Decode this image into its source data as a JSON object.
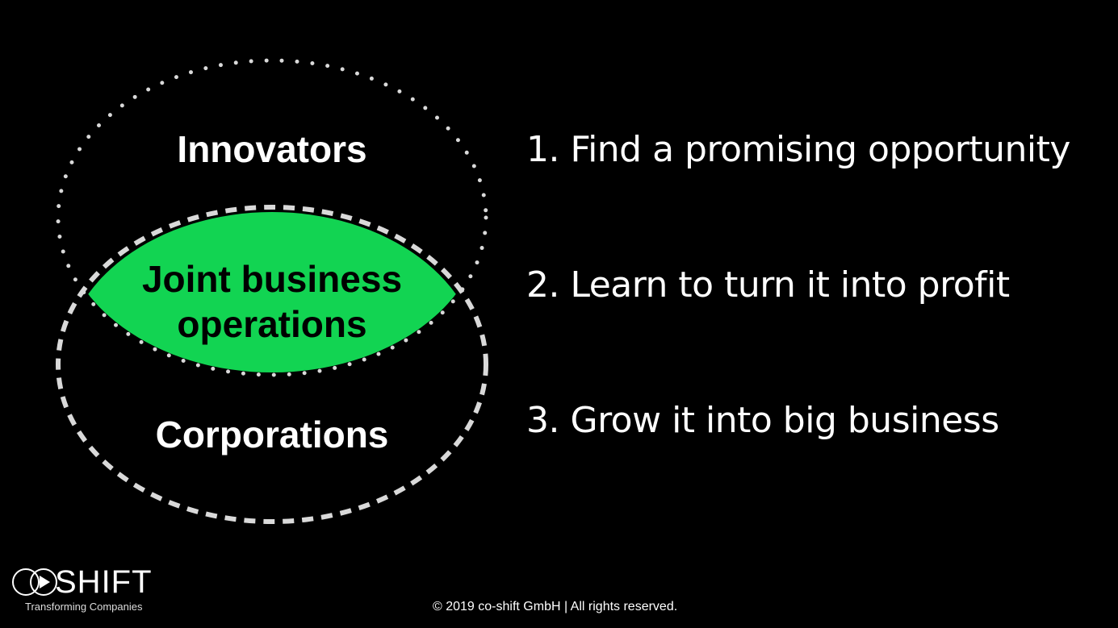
{
  "diagram": {
    "top_circle_label": "Innovators",
    "bottom_circle_label": "Corporations",
    "overlap_label_line1": "Joint business",
    "overlap_label_line2": "operations",
    "overlap_color": "#12d452"
  },
  "steps": [
    "1. Find a promising opportunity",
    "2. Learn to turn it into profit",
    "3. Grow it into big business"
  ],
  "footer": {
    "logo_text": "CO SHIFT",
    "logo_tagline": "Transforming Companies",
    "copyright": "© 2019 co-shift GmbH | All rights reserved."
  }
}
